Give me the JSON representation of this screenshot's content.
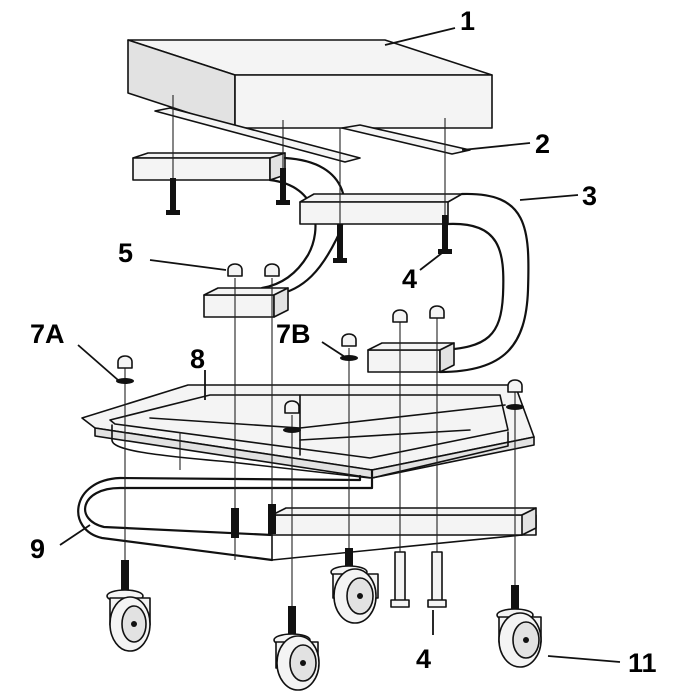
{
  "callouts": {
    "c1": "1",
    "c2": "2",
    "c3": "3",
    "c4a": "4",
    "c4b": "4",
    "c5": "5",
    "c7a": "7A",
    "c7b": "7B",
    "c8": "8",
    "c9": "9",
    "c11": "11"
  }
}
